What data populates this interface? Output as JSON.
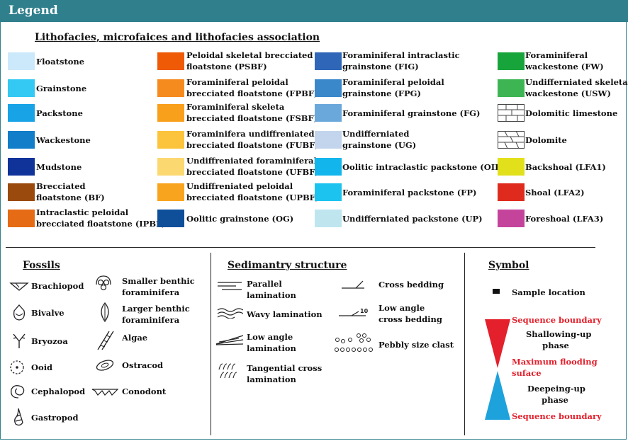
{
  "header": {
    "title": "Legend"
  },
  "litho": {
    "title": "Lithofacies, microfaices and lithofacies association",
    "col1": [
      {
        "label": "Floatstone",
        "color": "#cce9fb"
      },
      {
        "label": "Grainstone",
        "color": "#33c9f3"
      },
      {
        "label": "Packstone",
        "color": "#18a3e6"
      },
      {
        "label": "Wackestone",
        "color": "#127dc8"
      },
      {
        "label": "Mudstone",
        "color": "#10339a"
      },
      {
        "label": "Brecciated",
        "label2": "floatstone (BF)",
        "color": "#9a4a0c"
      },
      {
        "label": "Intraclastic peloidal",
        "label2": "brecciated floatstone (IPBF)",
        "color": "#e66b15"
      }
    ],
    "col2": [
      {
        "label": "Peloidal skeletal brecciated",
        "label2": "floatstone (PSBF)",
        "color": "#ee5a06"
      },
      {
        "label": "Foraminiferal peloidal",
        "label2": "brecciated floatstone (FPBF)",
        "color": "#f58a1e"
      },
      {
        "label": "Foraminiferal skeleta",
        "label2": "brecciated floatstone (FSBF)",
        "color": "#f89f1c"
      },
      {
        "label": "Foraminifera undiffreniated",
        "label2": "brecciated floatstone (FUBF)",
        "color": "#fbc43c"
      },
      {
        "label": "Undiffreniated foraminiferal",
        "label2": "brecciated floatstone (UFBF)",
        "color": "#fcd870"
      },
      {
        "label": "Undiffreniated  peloidal",
        "label2": "brecciated floatstone (UPBF)",
        "color": "#f9a41e"
      },
      {
        "label": "Oolitic grainstone (OG)",
        "color": "#0f4f9a"
      }
    ],
    "col3": [
      {
        "label": "Foraminiferal intraclastic",
        "label2": "grainstone (FIG)",
        "color": "#2f66b8"
      },
      {
        "label": "Foraminiferal peloidal",
        "label2": "grainstone (FPG)",
        "color": "#3a87c9"
      },
      {
        "label": "Foraminiferal grainstone (FG)",
        "color": "#6aa8dc"
      },
      {
        "label": "Undifferniated",
        "label2": "grainstone (UG)",
        "color": "#c3d5ec"
      },
      {
        "label": "Oolitic  intraclastic packstone (OIP)",
        "color": "#13b6ec"
      },
      {
        "label": "Foraminiferal packstone (FP)",
        "color": "#1cc3ef"
      },
      {
        "label": "Undifferniated packstone (UP)",
        "color": "#bfe6ef"
      }
    ],
    "col4": [
      {
        "label": "Foraminiferal",
        "label2": "wackestone (FW)",
        "color": "#17a43a"
      },
      {
        "label": "Undifferniated skeletal",
        "label2": "wackestone (USW)",
        "color": "#3cb552"
      },
      {
        "label": "Dolomitic limestone",
        "color": "pattern-dolomitic-limestone"
      },
      {
        "label": "Dolomite",
        "color": "pattern-dolomite"
      },
      {
        "label": "Backshoal (LFA1)",
        "color": "#e2e01b"
      },
      {
        "label": "Shoal (LFA2)",
        "color": "#df2b1e"
      },
      {
        "label": "Foreshoal (LFA3)",
        "color": "#c4449c"
      }
    ]
  },
  "fossils": {
    "title": "Fossils",
    "items": [
      {
        "label": "Brachiopod",
        "icon": "brachiopod-icon"
      },
      {
        "label": "Bivalve",
        "icon": "bivalve-icon"
      },
      {
        "label": "Bryozoa",
        "icon": "bryozoa-icon"
      },
      {
        "label": "Ooid",
        "icon": "ooid-icon"
      },
      {
        "label": "Cephalopod",
        "icon": "cephalopod-icon"
      },
      {
        "label": "Gastropod",
        "icon": "gastropod-icon"
      },
      {
        "label": "Smaller benthic",
        "label2": "foraminifera",
        "icon": "smaller-benthic-foram-icon"
      },
      {
        "label": "Larger benthic",
        "label2": "foraminifera",
        "icon": "larger-benthic-foram-icon"
      },
      {
        "label": "Algae",
        "icon": "algae-icon"
      },
      {
        "label": "Ostracod",
        "icon": "ostracod-icon"
      },
      {
        "label": "Conodont",
        "icon": "conodont-icon"
      }
    ]
  },
  "sedimentary": {
    "title": "Sedimantry structure",
    "items": [
      {
        "label": "Parallel",
        "label2": "lamination",
        "icon": "parallel-lamination-icon"
      },
      {
        "label": "Wavy lamination",
        "icon": "wavy-lamination-icon"
      },
      {
        "label": "Low angle",
        "label2": "lamination",
        "icon": "low-angle-lamination-icon"
      },
      {
        "label": "Tangential cross",
        "label2": "lamination",
        "icon": "tangential-cross-lamination-icon"
      },
      {
        "label": "Cross bedding",
        "icon": "cross-bedding-icon"
      },
      {
        "label": "Low angle",
        "label2": "cross bedding",
        "icon": "low-angle-cross-bedding-icon"
      },
      {
        "label": "Pebbly size clast",
        "icon": "pebbly-clast-icon"
      }
    ]
  },
  "symbol": {
    "title": "Symbol",
    "sample": "Sample location",
    "sb_top": "Sequence boundary",
    "shallowing": "Shallowing-up",
    "shallowing2": "phase",
    "mfs": "Maximum flooding",
    "mfs2": "suface",
    "deepening": "Deepeing-up",
    "deepening2": "phase",
    "sb_bottom": "Sequence boundary",
    "red": "#e3202c",
    "blue": "#1ea2dc"
  }
}
